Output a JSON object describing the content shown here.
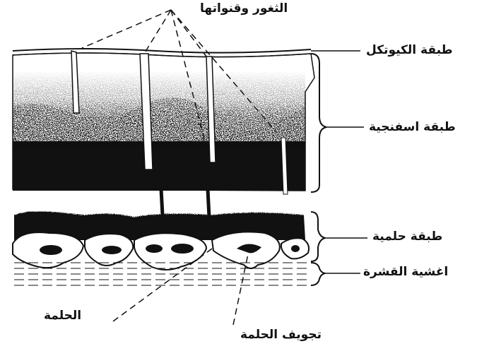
{
  "labels": {
    "pores_and_canals": "الثغور وقنواتها",
    "cuticle_layer": "طبقة الكيوتكل",
    "spongy_layer": "طبقة اسفنجية",
    "papillary_layer": "طبقة حلمية",
    "shell_membranes": "اغشية القشرة",
    "papilla": "الحلمة",
    "papilla_cavity": "تجويف الحلمة"
  },
  "colors": {
    "ink": "#111111",
    "paper": "#ffffff"
  }
}
